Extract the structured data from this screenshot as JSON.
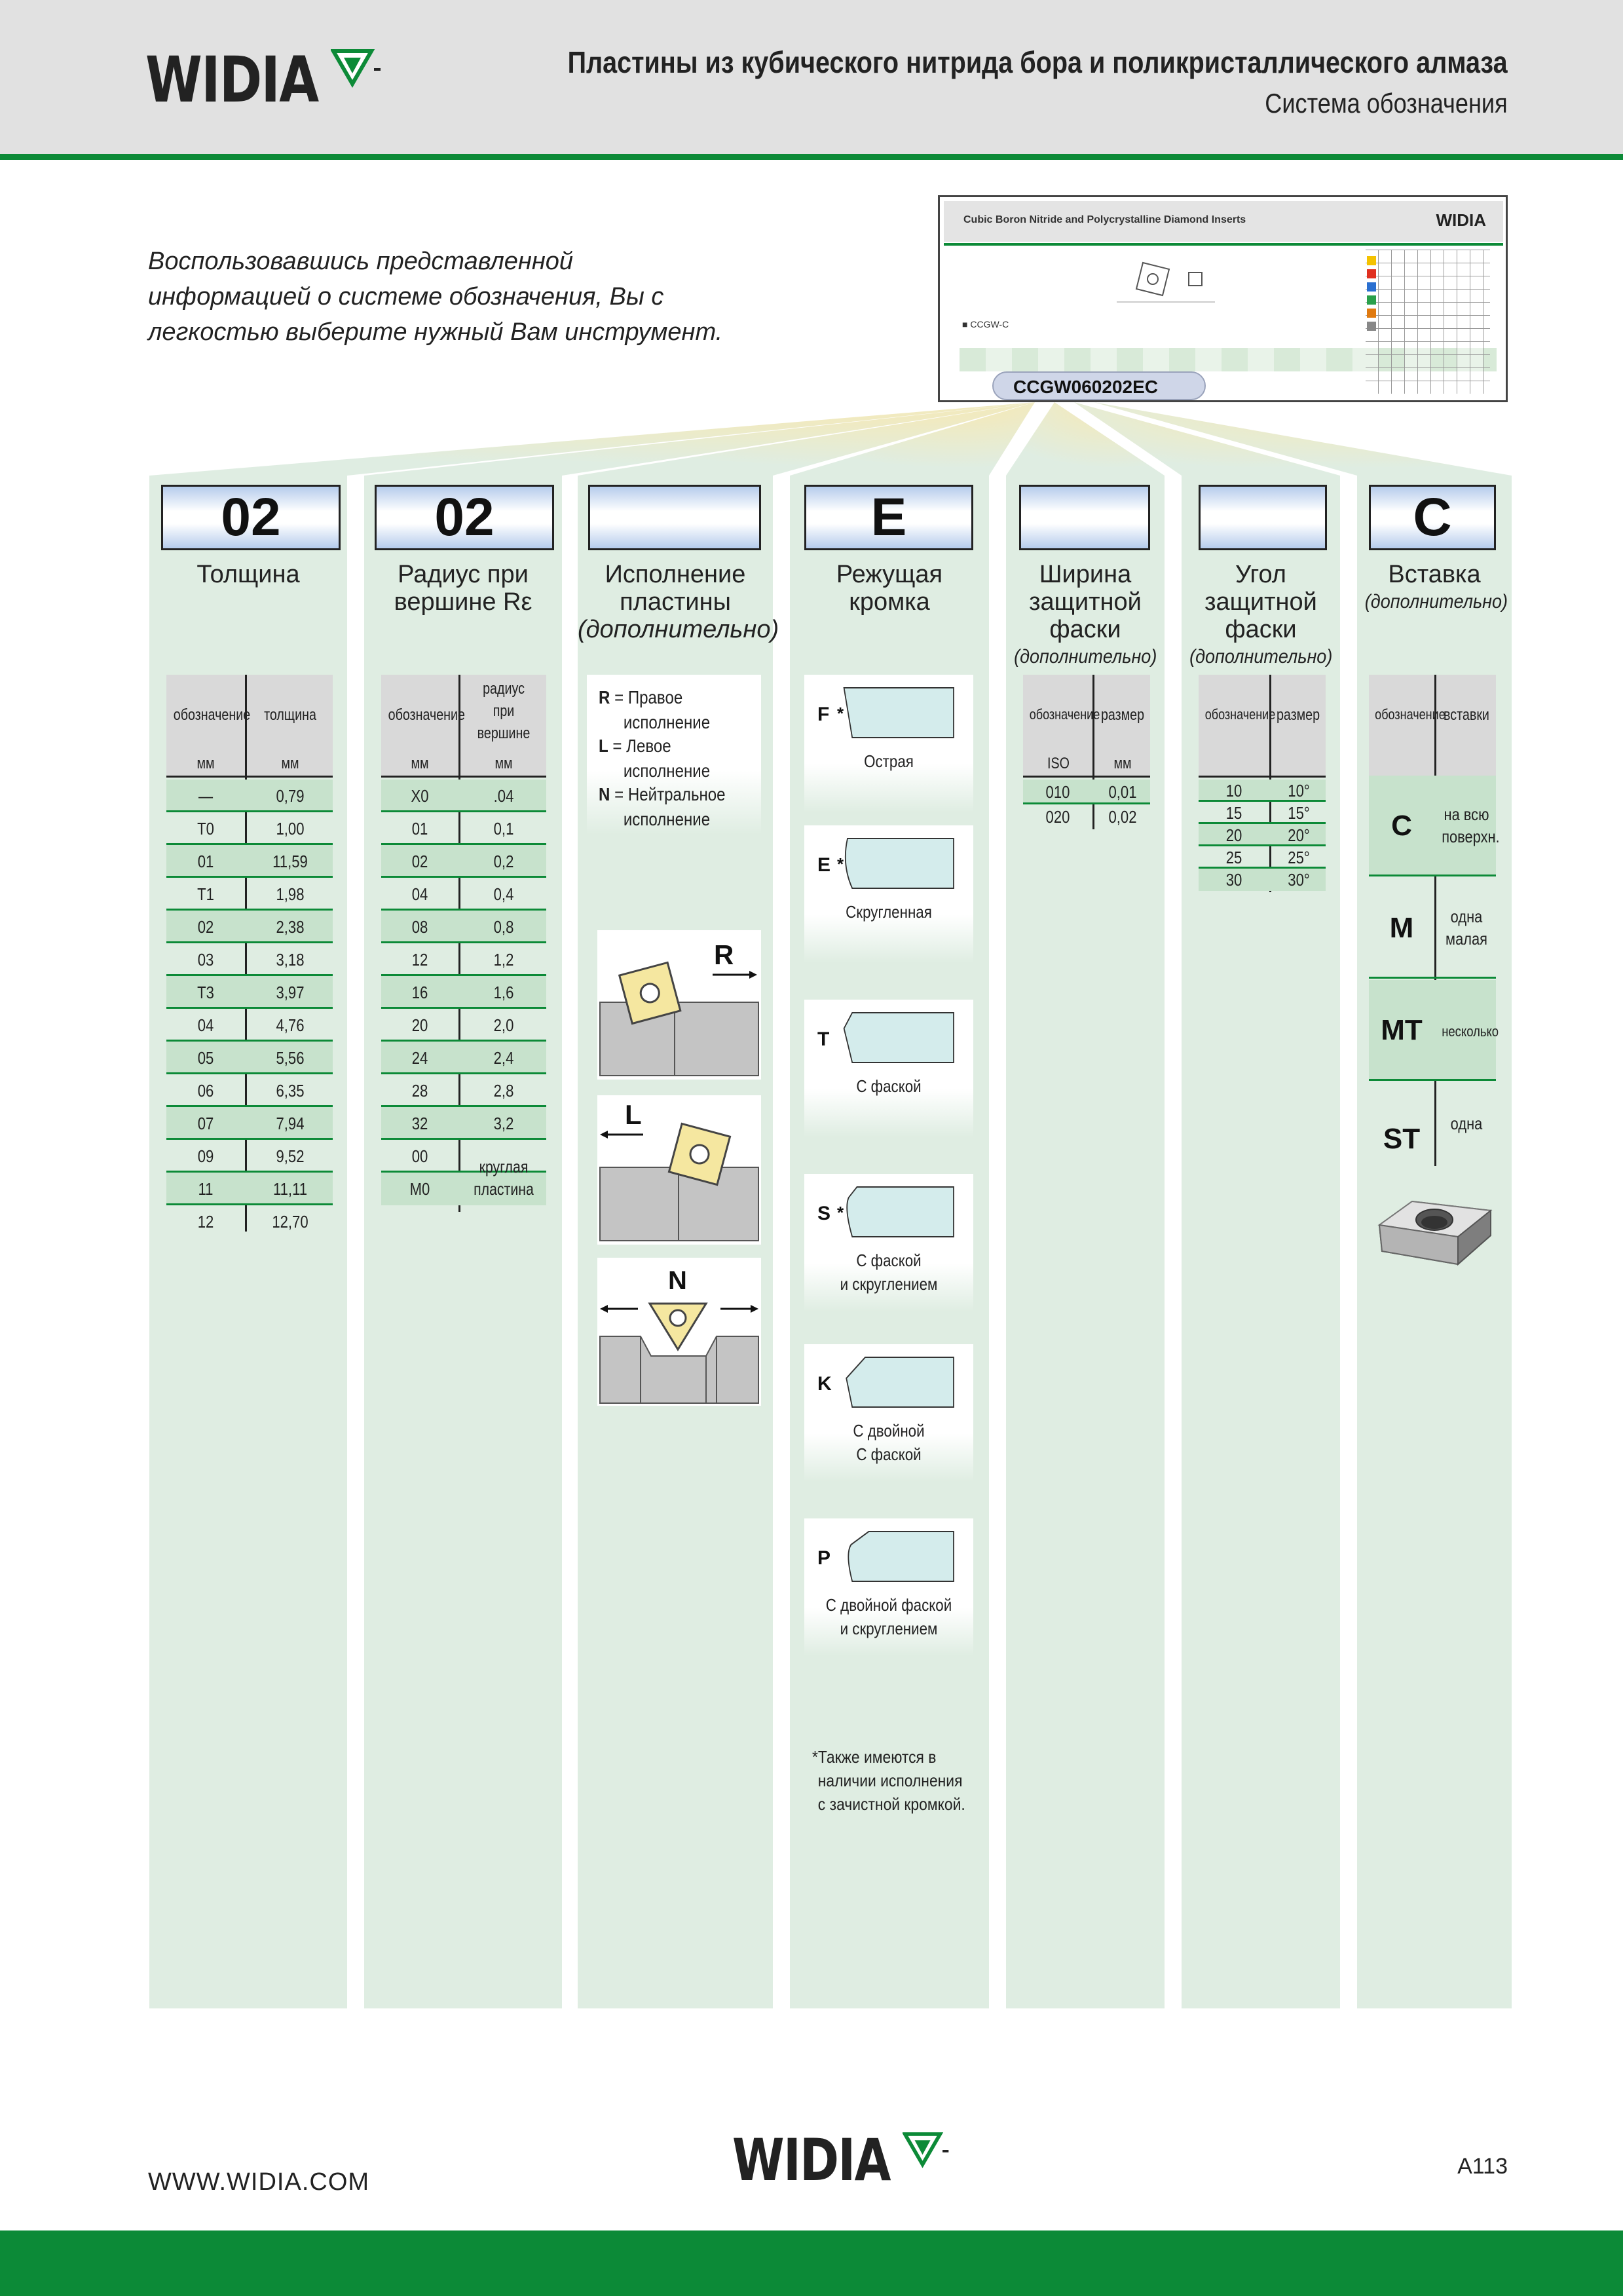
{
  "header": {
    "logo_text": "WIDIA",
    "title": "Пластины из кубического нитрида бора и поликристаллического алмаза",
    "subtitle": "Система обозначения"
  },
  "intro": {
    "line1": "Воспользовавшись представленной",
    "line2": "информацией о системе обозначения, Вы с",
    "line3": "легкостью выберите нужный Вам инструмент."
  },
  "thumbnail": {
    "title": "Cubic Boron Nitride and Polycrystalline Diamond Inserts",
    "logo": "WIDIA",
    "label": "■ CCGW-C",
    "code": "CCGW060202EC"
  },
  "columns": {
    "thickness": {
      "code": "02",
      "title": "Толщина",
      "head_col1": "обозначение",
      "head_col2": "толщина",
      "unit_col1": "мм",
      "unit_col2": "мм",
      "rows": [
        [
          "—",
          "0,79"
        ],
        [
          "T0",
          "1,00"
        ],
        [
          "01",
          "11,59"
        ],
        [
          "T1",
          "1,98"
        ],
        [
          "02",
          "2,38"
        ],
        [
          "03",
          "3,18"
        ],
        [
          "T3",
          "3,97"
        ],
        [
          "04",
          "4,76"
        ],
        [
          "05",
          "5,56"
        ],
        [
          "06",
          "6,35"
        ],
        [
          "07",
          "7,94"
        ],
        [
          "09",
          "9,52"
        ],
        [
          "11",
          "11,11"
        ],
        [
          "12",
          "12,70"
        ]
      ]
    },
    "radius": {
      "code": "02",
      "title_line1": "Радиус при",
      "title_line2": "вершине Rε",
      "head_col1": "обозначение",
      "head_col2_l1": "радиус",
      "head_col2_l2": "при",
      "head_col2_l3": "вершине",
      "unit_col1": "мм",
      "unit_col2": "мм",
      "rows": [
        [
          "X0",
          ".04"
        ],
        [
          "01",
          "0,1"
        ],
        [
          "02",
          "0,2"
        ],
        [
          "04",
          "0,4"
        ],
        [
          "08",
          "0,8"
        ],
        [
          "12",
          "1,2"
        ],
        [
          "16",
          "1,6"
        ],
        [
          "20",
          "2,0"
        ],
        [
          "24",
          "2,4"
        ],
        [
          "28",
          "2,8"
        ],
        [
          "32",
          "3,2"
        ],
        [
          "00",
          ""
        ],
        [
          "M0",
          ""
        ]
      ],
      "round_l1": "круглая",
      "round_l2": "пластина"
    },
    "hand": {
      "code": "",
      "title_line1": "Исполнение",
      "title_line2": "пластины",
      "title_line3": "(дополнительно)",
      "legend": [
        {
          "key": "R",
          "l1": " = Правое",
          "l2": "исполнение"
        },
        {
          "key": "L",
          "l1": " = Левое",
          "l2": "исполнение"
        },
        {
          "key": "N",
          "l1": " = Нейтральное",
          "l2": "исполнение"
        }
      ],
      "fig_r": "R",
      "fig_l": "L",
      "fig_n": "N"
    },
    "edge": {
      "code": "E",
      "title_line1": "Режущая",
      "title_line2": "кромка",
      "items": [
        {
          "letter": "F",
          "star": "*",
          "l1": "Острая",
          "l2": ""
        },
        {
          "letter": "E",
          "star": "*",
          "l1": "Скругленная",
          "l2": ""
        },
        {
          "letter": "T",
          "star": "",
          "l1": "С фаской",
          "l2": ""
        },
        {
          "letter": "S",
          "star": "*",
          "l1": "С фаской",
          "l2": "и скруглением"
        },
        {
          "letter": "K",
          "star": "",
          "l1": "С двойной",
          "l2": "С фаской"
        },
        {
          "letter": "P",
          "star": "",
          "l1": "С двойной фаской",
          "l2": "и скруглением"
        }
      ],
      "note_l1": "*Также имеются в",
      "note_l2": "наличии исполнения",
      "note_l3": "с зачистной кромкой."
    },
    "chamfer_width": {
      "code": "",
      "title_line1": "Ширина",
      "title_line2": "защитной",
      "title_line3": "фаски",
      "title_line4": "(дополнительно)",
      "head_col1": "обозначение",
      "head_col2": "размер",
      "unit_col1": "ISO",
      "unit_col2": "мм",
      "rows": [
        [
          "010",
          "0,01"
        ],
        [
          "020",
          "0,02"
        ]
      ]
    },
    "chamfer_angle": {
      "code": "",
      "title_line1": "Угол",
      "title_line2": "защитной",
      "title_line3": "фаски",
      "title_line4": "(дополнительно)",
      "head_col1": "обозначение",
      "head_col2": "размер",
      "rows": [
        [
          "10",
          "10°"
        ],
        [
          "15",
          "15°"
        ],
        [
          "20",
          "20°"
        ],
        [
          "25",
          "25°"
        ],
        [
          "30",
          "30°"
        ]
      ]
    },
    "insert": {
      "code": "C",
      "title": "Вставка",
      "title_sub": "(дополнительно)",
      "head_col1": "обозначение",
      "head_col2": "вставки",
      "rows": [
        {
          "code": "C",
          "l1": "на всю",
          "l2": "поверхн."
        },
        {
          "code": "M",
          "l1": "одна",
          "l2": "малая"
        },
        {
          "code": "MT",
          "l1": "несколько",
          "l2": ""
        },
        {
          "code": "ST",
          "l1": "одна",
          "l2": ""
        }
      ]
    }
  },
  "footer": {
    "url": "WWW.WIDIA.COM",
    "logo_text": "WIDIA",
    "page": "A113"
  },
  "colors": {
    "brand_green": "#0c8a37",
    "column_bg": "#dfede2",
    "header_bg": "#e1e1e1",
    "code_box_blue": "#b5ccec"
  }
}
